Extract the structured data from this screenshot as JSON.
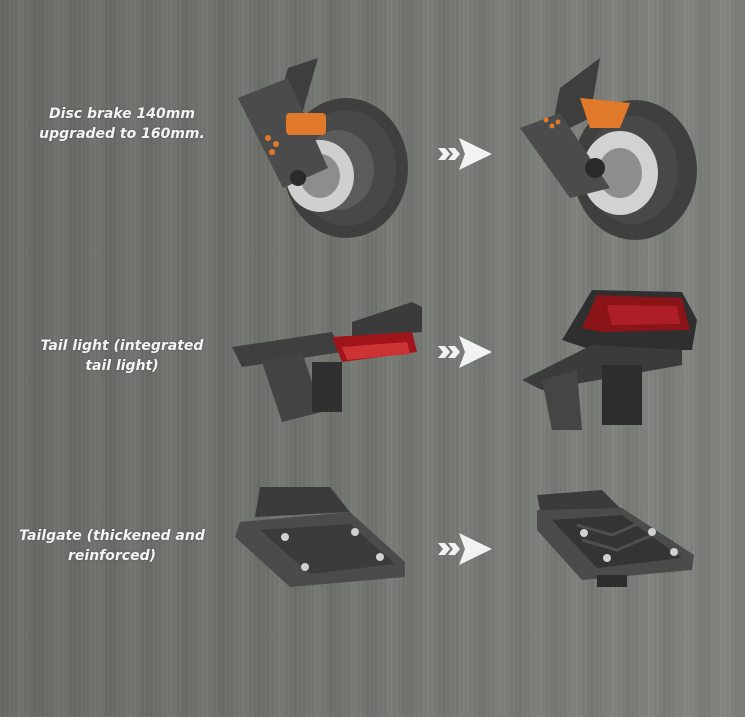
{
  "background": {
    "style": "brushed-metal",
    "color_left": "#6a6d68",
    "color_right": "#80837e"
  },
  "comparisons": [
    {
      "label_line1": "Disc brake 140mm",
      "label_line2": "upgraded to 160mm.",
      "before_image": "front-wheel-140mm-disc-brake",
      "after_image": "front-wheel-160mm-disc-brake",
      "arrow_icon": "double-chevron-arrow-right"
    },
    {
      "label_line1": "Tail light (integrated",
      "label_line2": "tail light)",
      "before_image": "old-tail-light",
      "after_image": "integrated-tail-light",
      "arrow_icon": "double-chevron-arrow-right"
    },
    {
      "label_line1": "Tailgate (thickened and",
      "label_line2": "reinforced)",
      "before_image": "old-tailgate",
      "after_image": "thickened-reinforced-tailgate",
      "arrow_icon": "double-chevron-arrow-right"
    }
  ],
  "colors": {
    "text": "#f4f4f2",
    "arrow": "#f2f2f0",
    "brake_accent": "#e07a2a",
    "tail_light_red": "#a0141a",
    "part_dark": "#3a3b3a"
  }
}
